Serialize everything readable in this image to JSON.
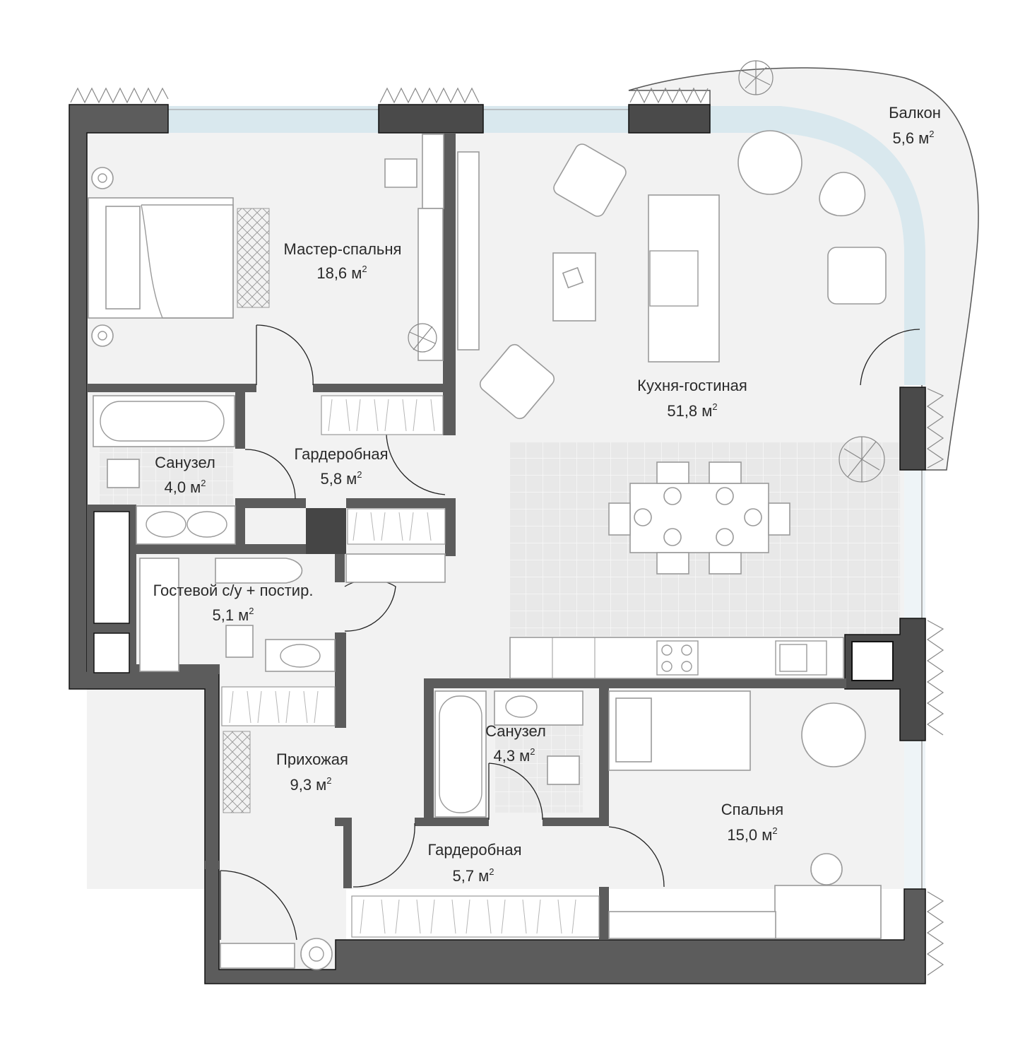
{
  "rooms": [
    {
      "id": "master-bedroom",
      "name": "Мастер-спальня",
      "area": "18,6 м",
      "unit_sup": "2"
    },
    {
      "id": "bathroom-1",
      "name": "Санузел",
      "area": "4,0 м",
      "unit_sup": "2"
    },
    {
      "id": "wardrobe-1",
      "name": "Гардеробная",
      "area": "5,8 м",
      "unit_sup": "2"
    },
    {
      "id": "kitchen-living",
      "name": "Кухня-гостиная",
      "area": "51,8 м",
      "unit_sup": "2"
    },
    {
      "id": "balcony",
      "name": "Балкон",
      "area": "5,6 м",
      "unit_sup": "2"
    },
    {
      "id": "guest-wc",
      "name": "Гостевой с/у + постир.",
      "area": "5,1 м",
      "unit_sup": "2"
    },
    {
      "id": "hallway",
      "name": "Прихожая",
      "area": "9,3 м",
      "unit_sup": "2"
    },
    {
      "id": "bathroom-2",
      "name": "Санузел",
      "area": "4,3 м",
      "unit_sup": "2"
    },
    {
      "id": "wardrobe-2",
      "name": "Гардеробная",
      "area": "5,7 м",
      "unit_sup": "2"
    },
    {
      "id": "bedroom",
      "name": "Спальня",
      "area": "15,0 м",
      "unit_sup": "2"
    }
  ],
  "colors": {
    "wall": "#5c5c5c",
    "floor": "#f2f2f2",
    "glazing": "#d9e8ee",
    "dining_tile": "#e6e6e6"
  }
}
